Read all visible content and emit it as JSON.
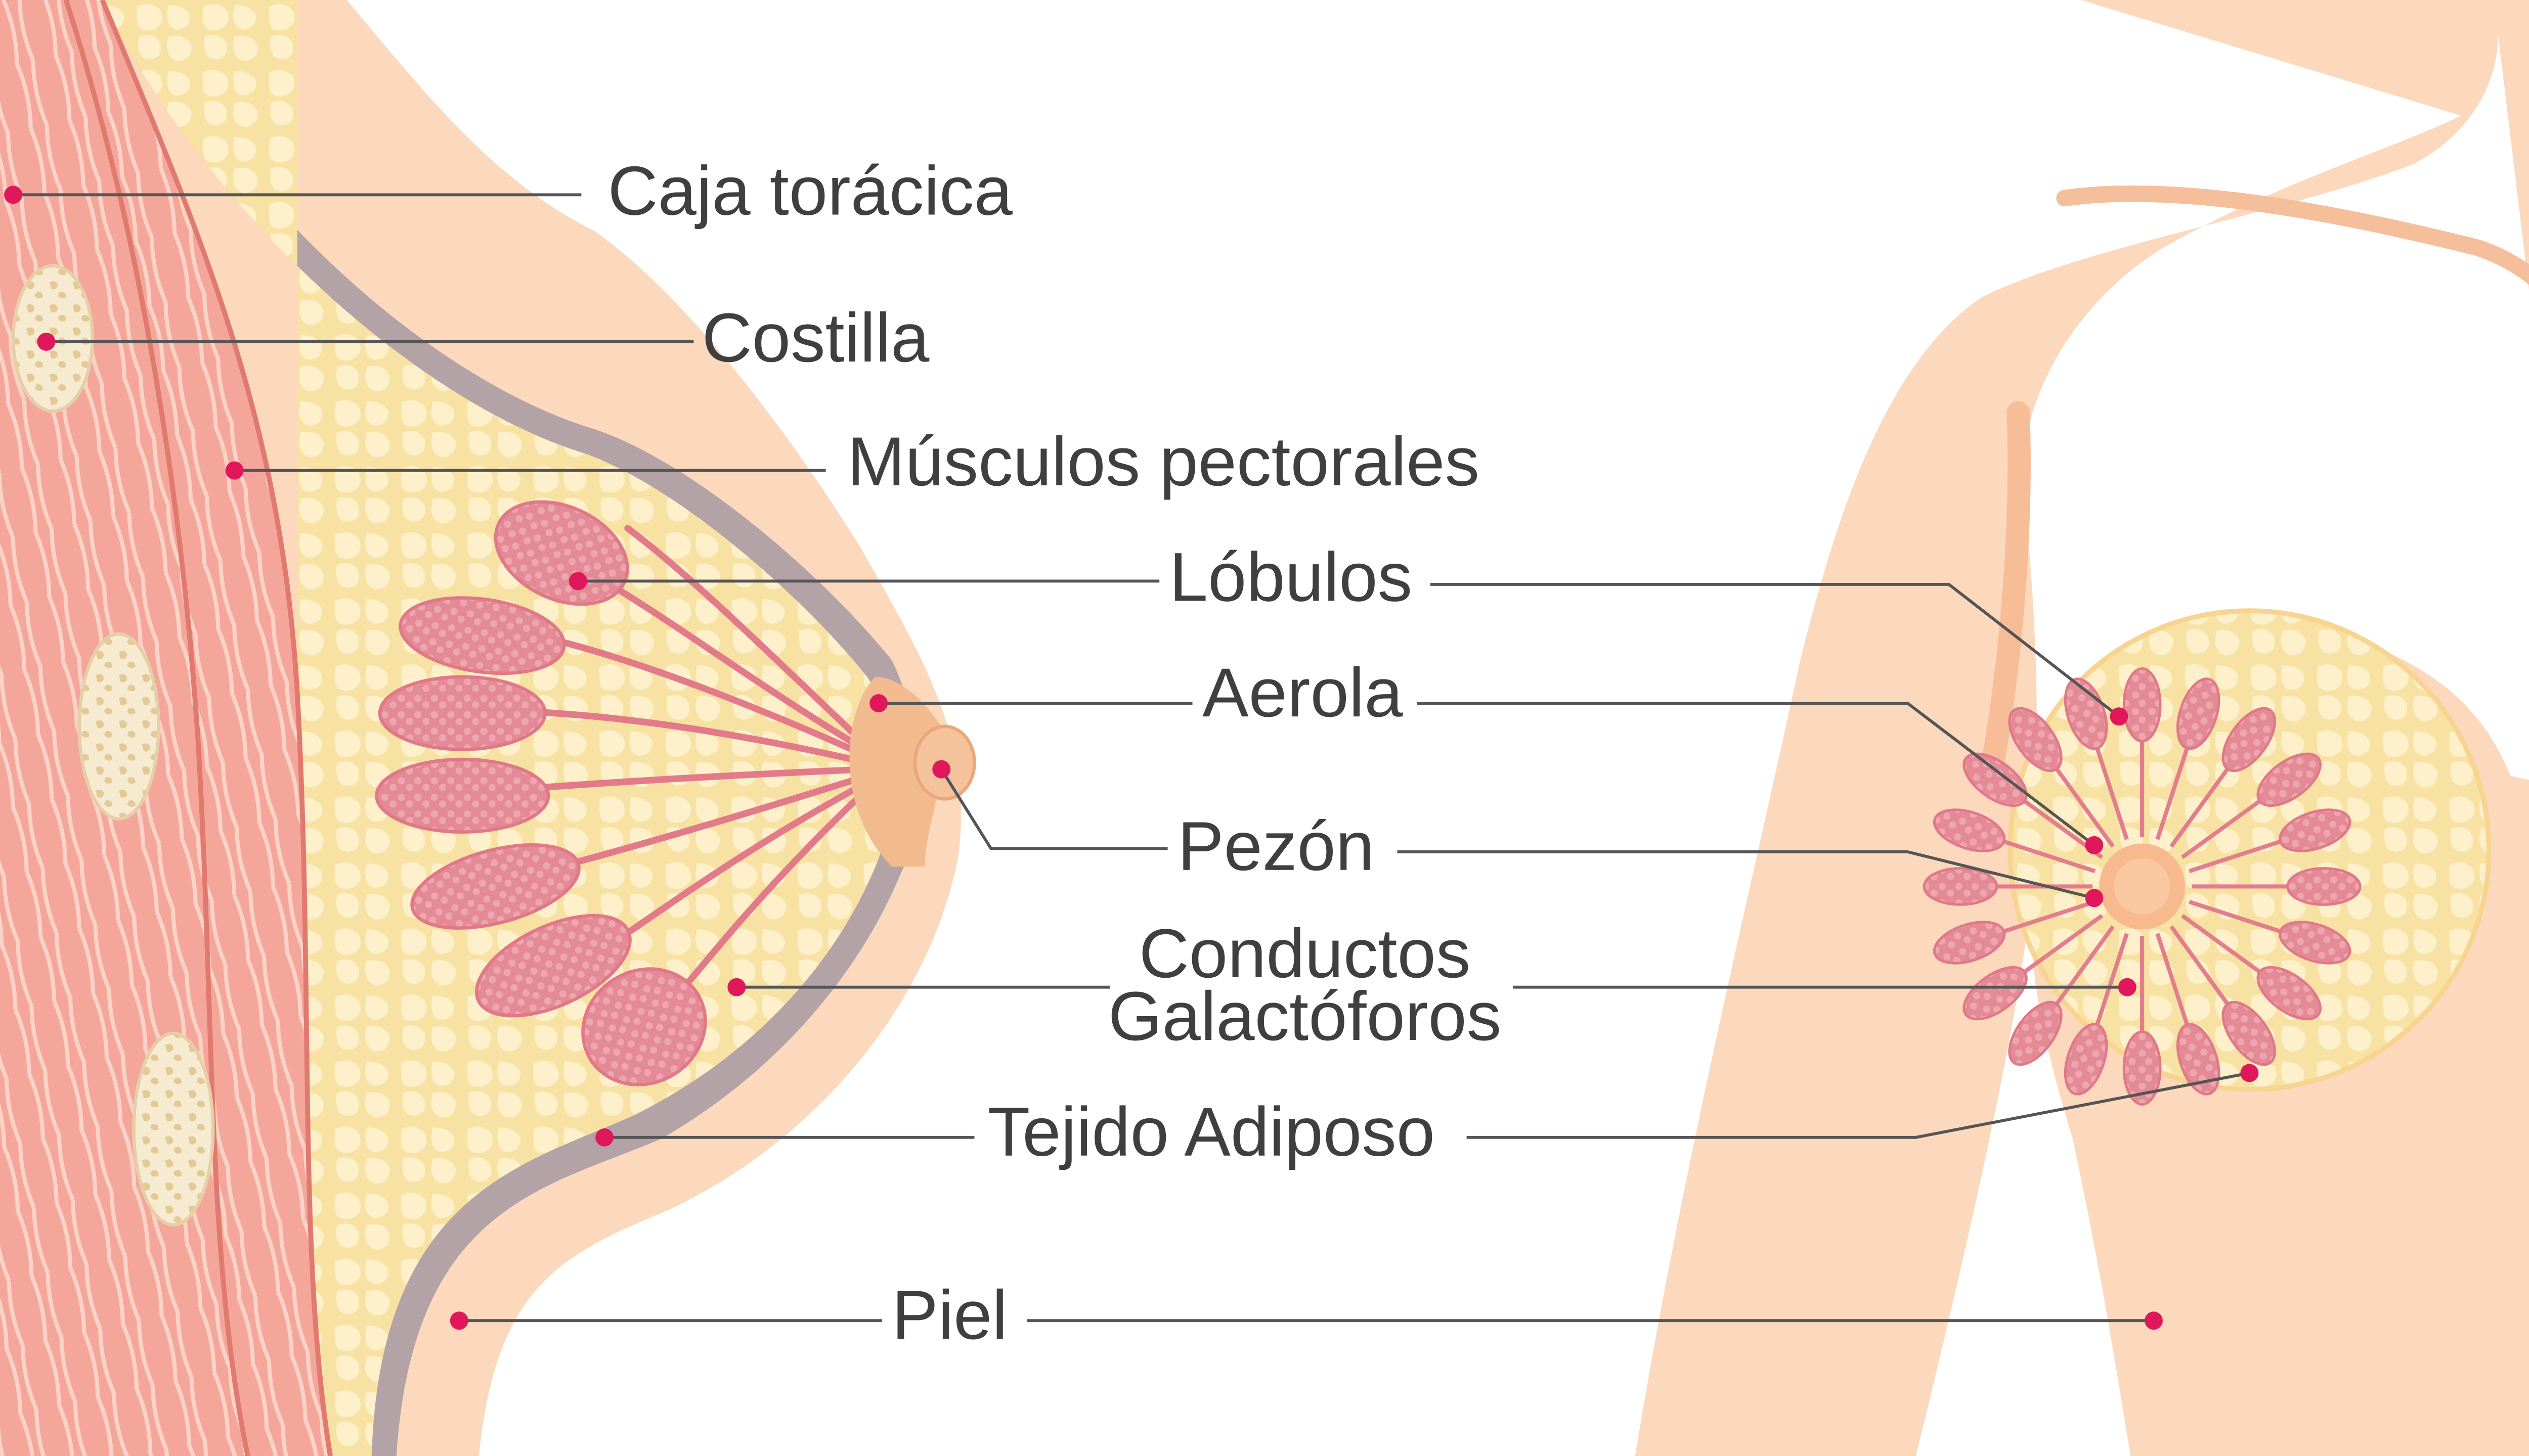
{
  "colors": {
    "skin": "#fcd9bd",
    "skin_shadow": "#f8c7a3",
    "muscle": "#f3a397",
    "muscle_dark": "#e27a72",
    "muscle_light": "#f9c8bd",
    "bone": "#f3e6c8",
    "bone_spots": "#e9d2a6",
    "fat": "#fbe9b4",
    "fat_line": "#f3d889",
    "gray_membrane": "#b5a6a8",
    "lobule": "#e58b97",
    "lobule_light": "#f0b4b8",
    "duct": "#e0788a",
    "areola": "#f2b98d",
    "nipple": "#f6c49e",
    "leader": "#555555",
    "dot": "#e0185b",
    "text": "#3f3f3f"
  },
  "labels": {
    "caja_toracica": "Caja torácica",
    "costilla": "Costilla",
    "musculos_pectorales": "Músculos pectorales",
    "lobulos": "Lóbulos",
    "aerola": "Aerola",
    "pezon": "Pezón",
    "conductos_line1": "Conductos",
    "conductos_line2": "Galactóforos",
    "tejido_adiposo": "Tejido Adiposo",
    "piel": "Piel"
  }
}
